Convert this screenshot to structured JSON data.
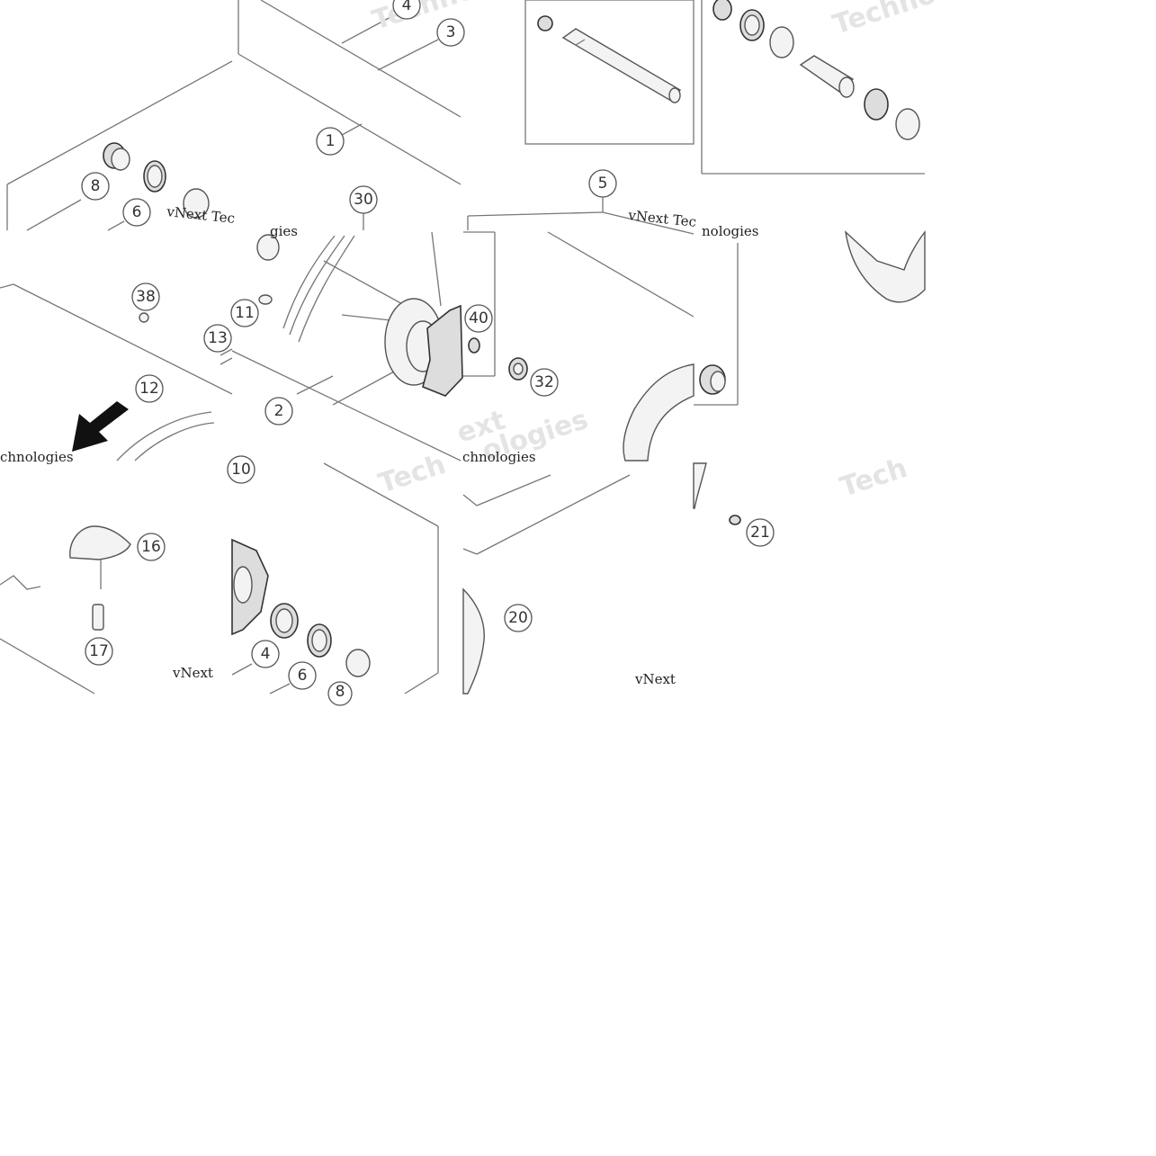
{
  "callouts": [
    "4",
    "3",
    "1",
    "8",
    "6",
    "30",
    "5",
    "38",
    "11",
    "13",
    "40",
    "12",
    "2",
    "32",
    "16",
    "17",
    "10",
    "4",
    "6",
    "8",
    "20",
    "21"
  ],
  "watermarks": {
    "tech_a": "Techno",
    "tech_b": "Techno",
    "vnext_a": "vNext Tec",
    "vnext_b": "vNext Tec",
    "tech_c": "Tech",
    "tech_d": "Tech",
    "gies": "gies",
    "nologies": "nologies",
    "ext": "ext",
    "ologies_big": "ologies",
    "chnologies": "chnologies",
    "chnologies_b": "chnologies",
    "vnext_c": "vNext",
    "vnext_d": "vNext"
  },
  "colors": {
    "line": "#777777",
    "callout": "#333333",
    "watermark": "#e4e4e4",
    "arrow": "#111111"
  }
}
